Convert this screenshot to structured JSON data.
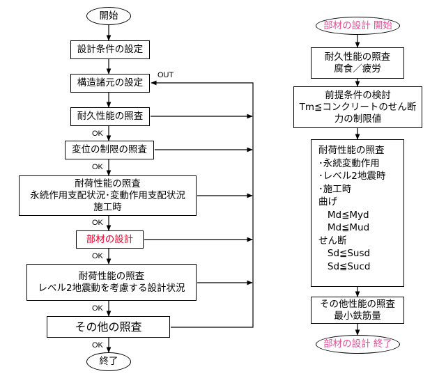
{
  "left_flow": {
    "start": "開始",
    "design_conditions": "設計条件の設定",
    "structural_specs": "構造諸元の設定",
    "out_label": "OUT",
    "durability_check": "耐久性能の照査",
    "ok_label": "OK",
    "displacement_limit_check": "変位の制限の照査",
    "load_check_title": "耐荷性能の照査",
    "load_check_line2": "永続作用支配状況･変動作用支配状況",
    "load_check_line3": "施工時",
    "member_design": "部材の設計",
    "seismic_check_title": "耐荷性能の照査",
    "seismic_check_line2": "レベル2地震動を考慮する設計状況",
    "other_check": "その他の照査",
    "end": "終了"
  },
  "right_flow": {
    "start": "部材の設計 開始",
    "durability_title": "耐久性能の照査",
    "durability_detail": "腐食／疲労",
    "premise_title": "前提条件の検討",
    "premise_line2": "Tm≦コンクリートのせん断",
    "premise_line3": "力の制限値",
    "load_lines": [
      "耐荷性能の照査",
      "･永続変動作用",
      "･レベル2地震時",
      "･施工時",
      "",
      "曲げ",
      "   Md≦Myd",
      "   Md≦Mud",
      "せん断",
      "   Sd≦Susd",
      "   Sd≦Sucd"
    ],
    "other_title": "その他性能の照査",
    "other_detail": "最小鉄筋量",
    "end": "部材の設計 終了"
  },
  "colors": {
    "member_design_text": "#e8002a",
    "right_terminal_text": "#e64b94",
    "line": "#000000"
  }
}
